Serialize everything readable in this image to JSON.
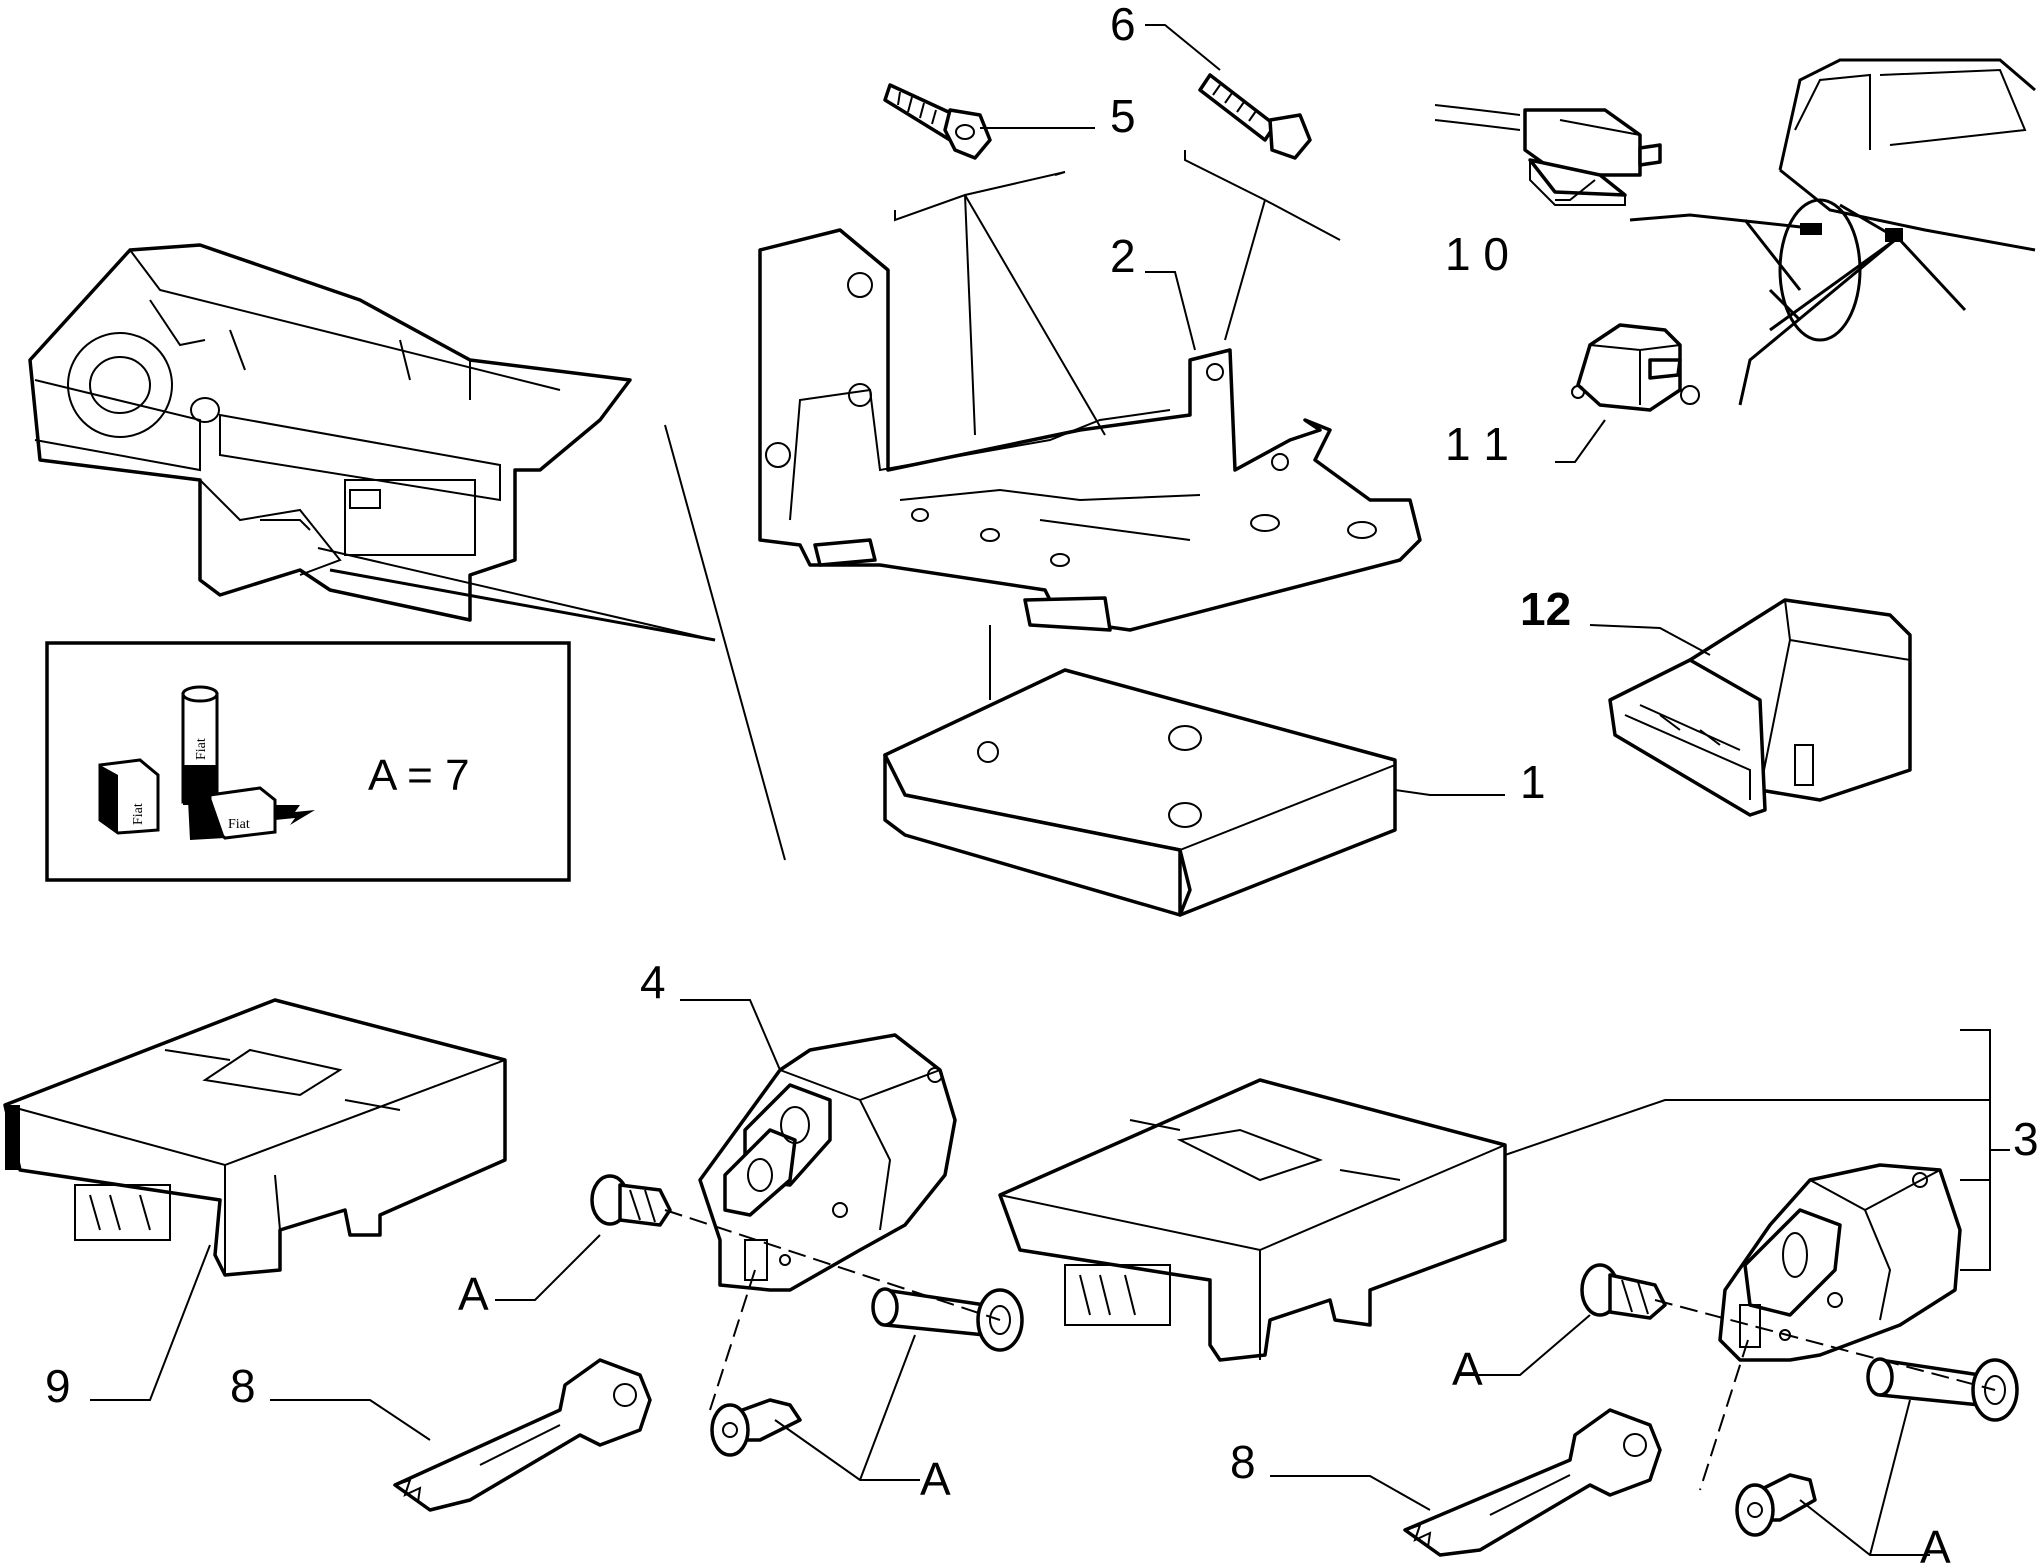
{
  "labels": {
    "p1": "1",
    "p2": "2",
    "p3": "3",
    "p4": "4",
    "p5": "5",
    "p6": "6",
    "p8a": "8",
    "p8b": "8",
    "p9": "9",
    "p10": "1 0",
    "p11": "1 1",
    "p12": "12",
    "a1": "A",
    "a2": "A",
    "a3": "A",
    "a4": "A"
  },
  "inset": {
    "formula": "A = 7",
    "can_text": "Fiat",
    "box1_text": "Fiat",
    "box2_text": "Fiat"
  }
}
